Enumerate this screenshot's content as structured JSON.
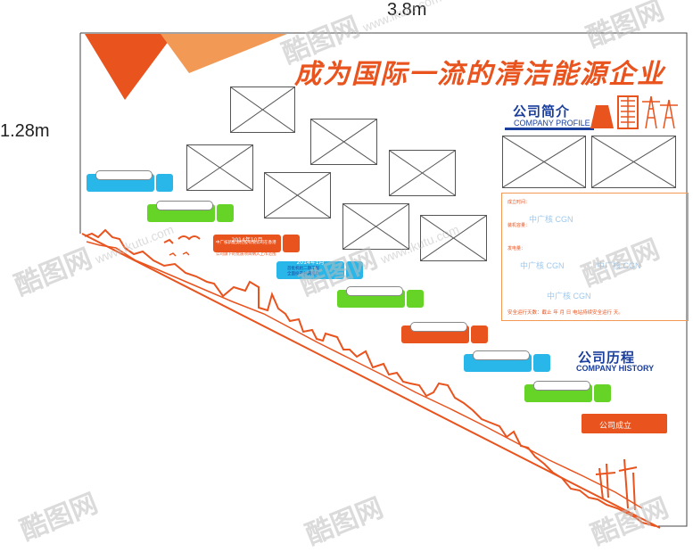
{
  "dimensions": {
    "width_label": "3.8m",
    "height_label": "1.28m"
  },
  "slogan": "成为国际一流的清洁能源企业",
  "profile": {
    "title": "公司简介",
    "subtitle": "COMPANY PROFILE"
  },
  "info_box": {
    "labels": [
      "成立时间：",
      "装机容量：",
      "发电量："
    ],
    "mark": "中广核 CGN",
    "footer": "安全运行天数：截止    年    月    日 电站持续安全运行    天。"
  },
  "history": {
    "title": "公司历程",
    "subtitle": "COMPANY HISTORY",
    "founded_label": "公司成立"
  },
  "events": [
    {
      "date": "2014年10月",
      "desc": [
        "中广核新能源控股有限公司在香港",
        "上市，三江公司作为新能源控股",
        "公司旗下的优质项目纳入上市范围"
      ]
    },
    {
      "date": "2014年1月",
      "desc": [
        "首批机组二期工程",
        "全面投产并网发电"
      ]
    }
  ],
  "watermark": {
    "cn": "酷图网",
    "url": "www.ikutu.com"
  },
  "colors": {
    "orange": "#e8531e",
    "light_orange": "#f29a55",
    "cyan": "#29b6e8",
    "green": "#66d426",
    "navy": "#1a3e9c"
  }
}
